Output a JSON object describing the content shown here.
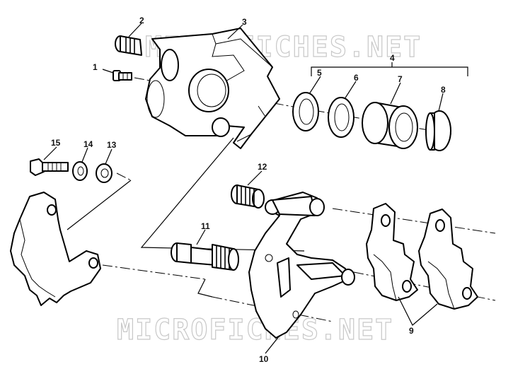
{
  "watermarks": {
    "top": "MICROFICHES.NET",
    "bottom": "MICROFICHES.NET"
  },
  "callouts": {
    "1": "1",
    "2": "2",
    "3": "3",
    "4": "4",
    "5": "5",
    "6": "6",
    "7": "7",
    "8": "8",
    "9": "9",
    "10": "10",
    "11": "11",
    "12": "12",
    "13": "13",
    "14": "14",
    "15": "15"
  }
}
